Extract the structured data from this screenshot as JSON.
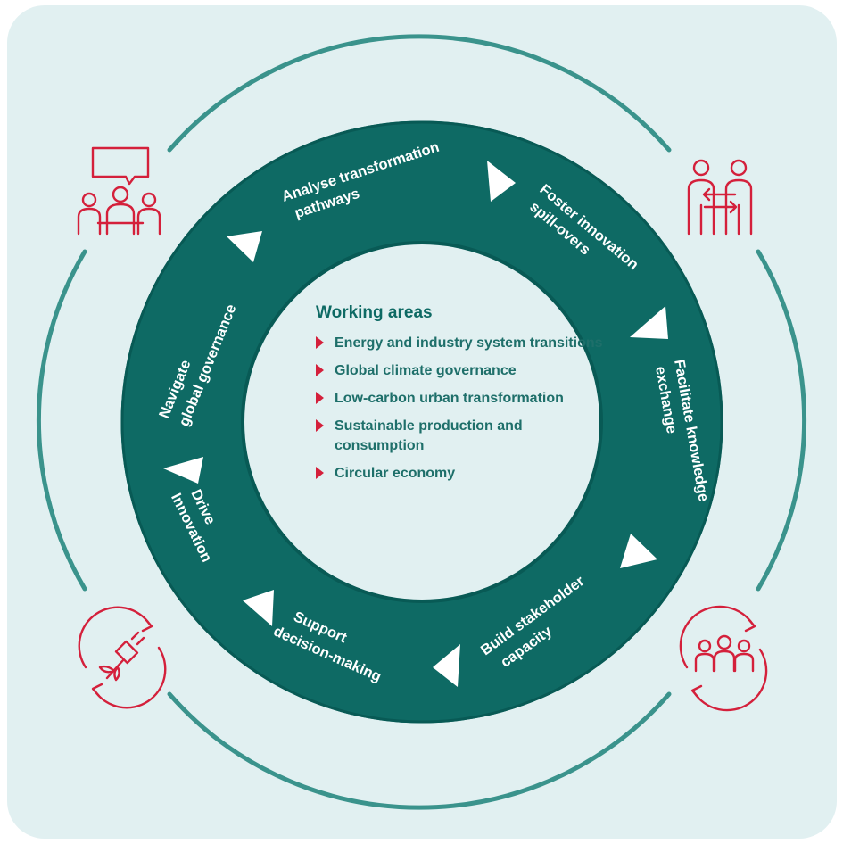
{
  "center": {
    "title": "Working areas",
    "items": [
      "Energy and industry system transitions",
      "Global climate governance",
      "Low-carbon urban transformation",
      "Sustainable production and consumption",
      "Circular economy"
    ]
  },
  "ring_labels": {
    "analyse": [
      "Analyse transformation",
      "pathways"
    ],
    "foster": [
      "Foster innovation",
      "spill-overs"
    ],
    "facilitate": [
      "Facilitate knowledge",
      "exchange"
    ],
    "build": [
      "Build stakeholder",
      "capacity"
    ],
    "support": [
      "Support",
      "decision-making"
    ],
    "drive": [
      "Drive",
      "Innovation"
    ],
    "navigate": [
      "Navigate",
      "global governance"
    ]
  },
  "icons": {
    "top_left": "meeting-speech-bubble-icon",
    "top_right": "people-exchange-icon",
    "bottom_left": "plug-cycle-icon",
    "bottom_right": "group-cycle-icon"
  },
  "colors": {
    "background": "#e1f0f1",
    "ring": "#0e6a64",
    "outer_circle": "#3a938c",
    "accent_red": "#d4203b",
    "text_white": "#ffffff"
  }
}
